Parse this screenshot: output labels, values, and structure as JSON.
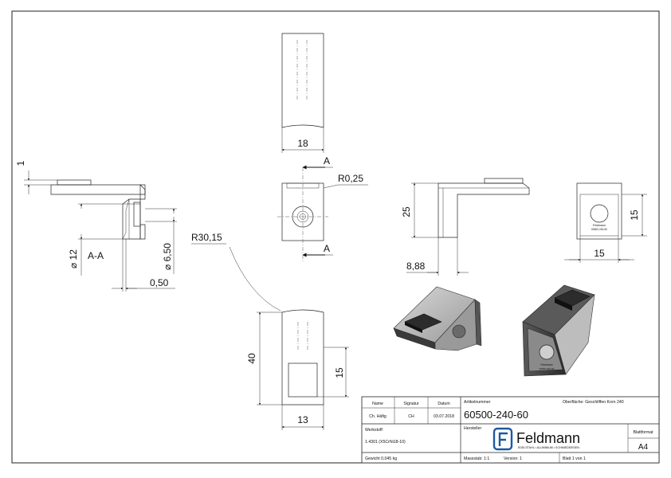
{
  "dimensions": {
    "thickness": "1",
    "width_top": "18",
    "radius_small": "R0,25",
    "radius_large": "R30,15",
    "dia_12": "⌀ 12",
    "dia_650": "⌀ 6,50",
    "clearance": "0,50",
    "height": "25",
    "offset": "8,88",
    "side_height": "15",
    "side_width": "15",
    "bottom_length": "40",
    "bottom_hole": "15",
    "bottom_width": "13"
  },
  "section_labels": {
    "cut_top": "A",
    "cut_bottom": "A",
    "section_name": "A-A"
  },
  "iso_marking": {
    "brand": "Feldmann",
    "article": "60500-240-60"
  },
  "title_block": {
    "name_label": "Name",
    "signatur_label": "Signatur",
    "datum_label": "Datum",
    "name_value": "Ch. Häfig",
    "signatur_value": "CH",
    "datum_value": "03.07.2018",
    "artikel_label": "Artikelnummer",
    "artikel_value": "60500-240-60",
    "oberflaeche": "Oberfläche: Geschliffen Korn 240",
    "werkstoff_label": "Werkstoff:",
    "werkstoff_value": "1.4301 (X5CrNi18-10)",
    "hersteller_label": "Hersteller",
    "logo_name": "Feldmann",
    "logo_tagline": "EDELSTAHL • ALUMINIUM • SCHMIEDEEISEN",
    "blattformat_label": "Blattformat",
    "blattformat_value": "A4",
    "gewicht": "Gewicht 0,045 kg",
    "massstab": "Massstab: 1:1",
    "version": "Version: 1",
    "blatt": "Blatt 1 von 1"
  },
  "colors": {
    "line": "#222222",
    "logo_blue": "#1a5aa0",
    "iso_dark": "#2c2c2c",
    "iso_mid": "#8a8a8a",
    "iso_light": "#c4c4c4"
  }
}
